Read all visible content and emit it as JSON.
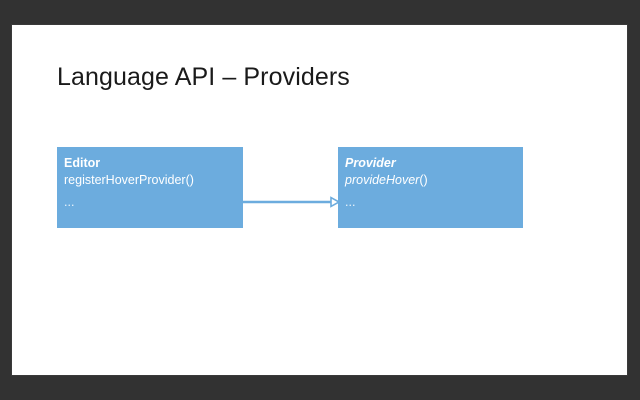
{
  "slide": {
    "title": "Language API – Providers",
    "background_color": "#ffffff",
    "frame_color": "#323232",
    "title_color": "#1a1a1a"
  },
  "diagram": {
    "type": "flow",
    "accent_color": "#6CACDE",
    "text_color": "#ffffff",
    "boxes": [
      {
        "id": "editor",
        "name": "Editor",
        "name_style": "bold",
        "method": "registerHoverProvider",
        "method_style": "regular",
        "parens": "()",
        "ellipsis": "...",
        "fill": "#6CACDE"
      },
      {
        "id": "provider",
        "name": "Provider",
        "name_style": "bold-italic",
        "method": "provideHover",
        "method_style": "italic",
        "parens": "()",
        "ellipsis": "...",
        "fill": "#6CACDE"
      }
    ],
    "connector": {
      "from": "editor",
      "to": "provider",
      "direction": "right",
      "color": "#6CACDE",
      "arrowhead": "open-triangle"
    }
  }
}
